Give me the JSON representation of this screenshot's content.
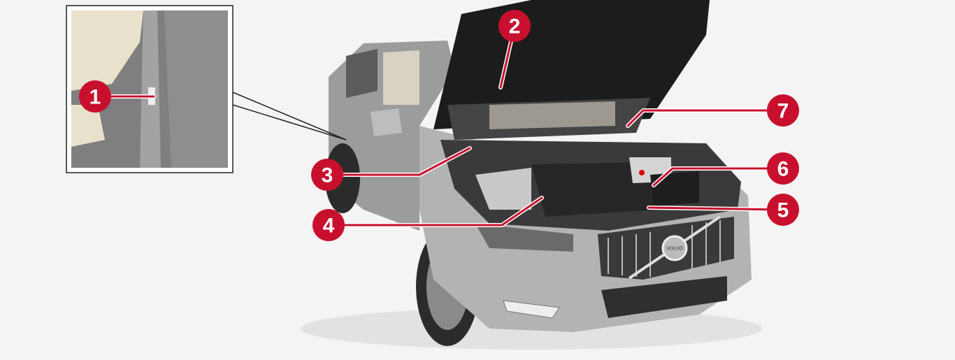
{
  "callouts": [
    {
      "label": "1",
      "part": "door-pillar"
    },
    {
      "label": "2",
      "part": "hood"
    },
    {
      "label": "3",
      "part": "engine-bay-left"
    },
    {
      "label": "4",
      "part": "engine-cover"
    },
    {
      "label": "5",
      "part": "front-panel"
    },
    {
      "label": "6",
      "part": "battery-box"
    },
    {
      "label": "7",
      "part": "hood-strut"
    }
  ],
  "colors": {
    "callout": "#c8102e",
    "background": "#f4f4f4",
    "car_body": "#a9a9a9"
  },
  "grille_badge": "VOLVO"
}
